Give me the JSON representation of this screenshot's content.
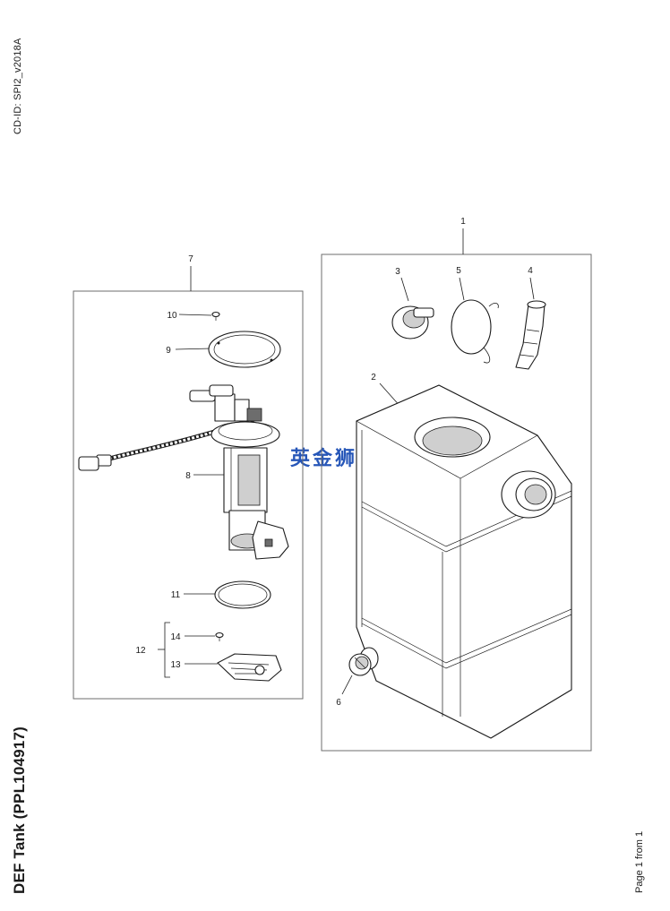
{
  "document": {
    "cd_id": "CD-ID: SPI2_v2018A",
    "title": "DEF Tank (PPL104917)",
    "footer": "Page 1 from 1",
    "watermark": "英金狮"
  },
  "callouts": {
    "c1": "1",
    "c2": "2",
    "c3": "3",
    "c4": "4",
    "c5": "5",
    "c6": "6",
    "c7": "7",
    "c8": "8",
    "c9": "9",
    "c10": "10",
    "c11": "11",
    "c12": "12",
    "c13": "13",
    "c14": "14"
  }
}
